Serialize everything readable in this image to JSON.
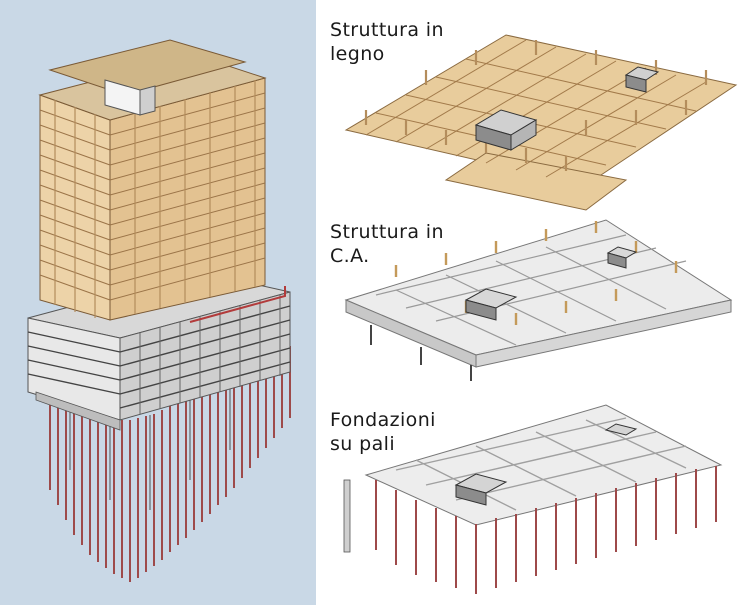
{
  "panels": {
    "timber": {
      "line1": "Struttura in",
      "line2": "legno"
    },
    "concrete": {
      "line1": "Struttura in",
      "line2": "C.A."
    },
    "foundations": {
      "line1": "Fondazioni",
      "line2": "su pali"
    }
  },
  "colors": {
    "background_left": "#c9d8e6",
    "timber": "#e3c291",
    "timber_dark": "#b48d5c",
    "concrete": "#e6e6e6",
    "concrete_dark": "#8c8c8c",
    "pile": "#9e4a4a",
    "steel_red": "#b23b3b"
  }
}
